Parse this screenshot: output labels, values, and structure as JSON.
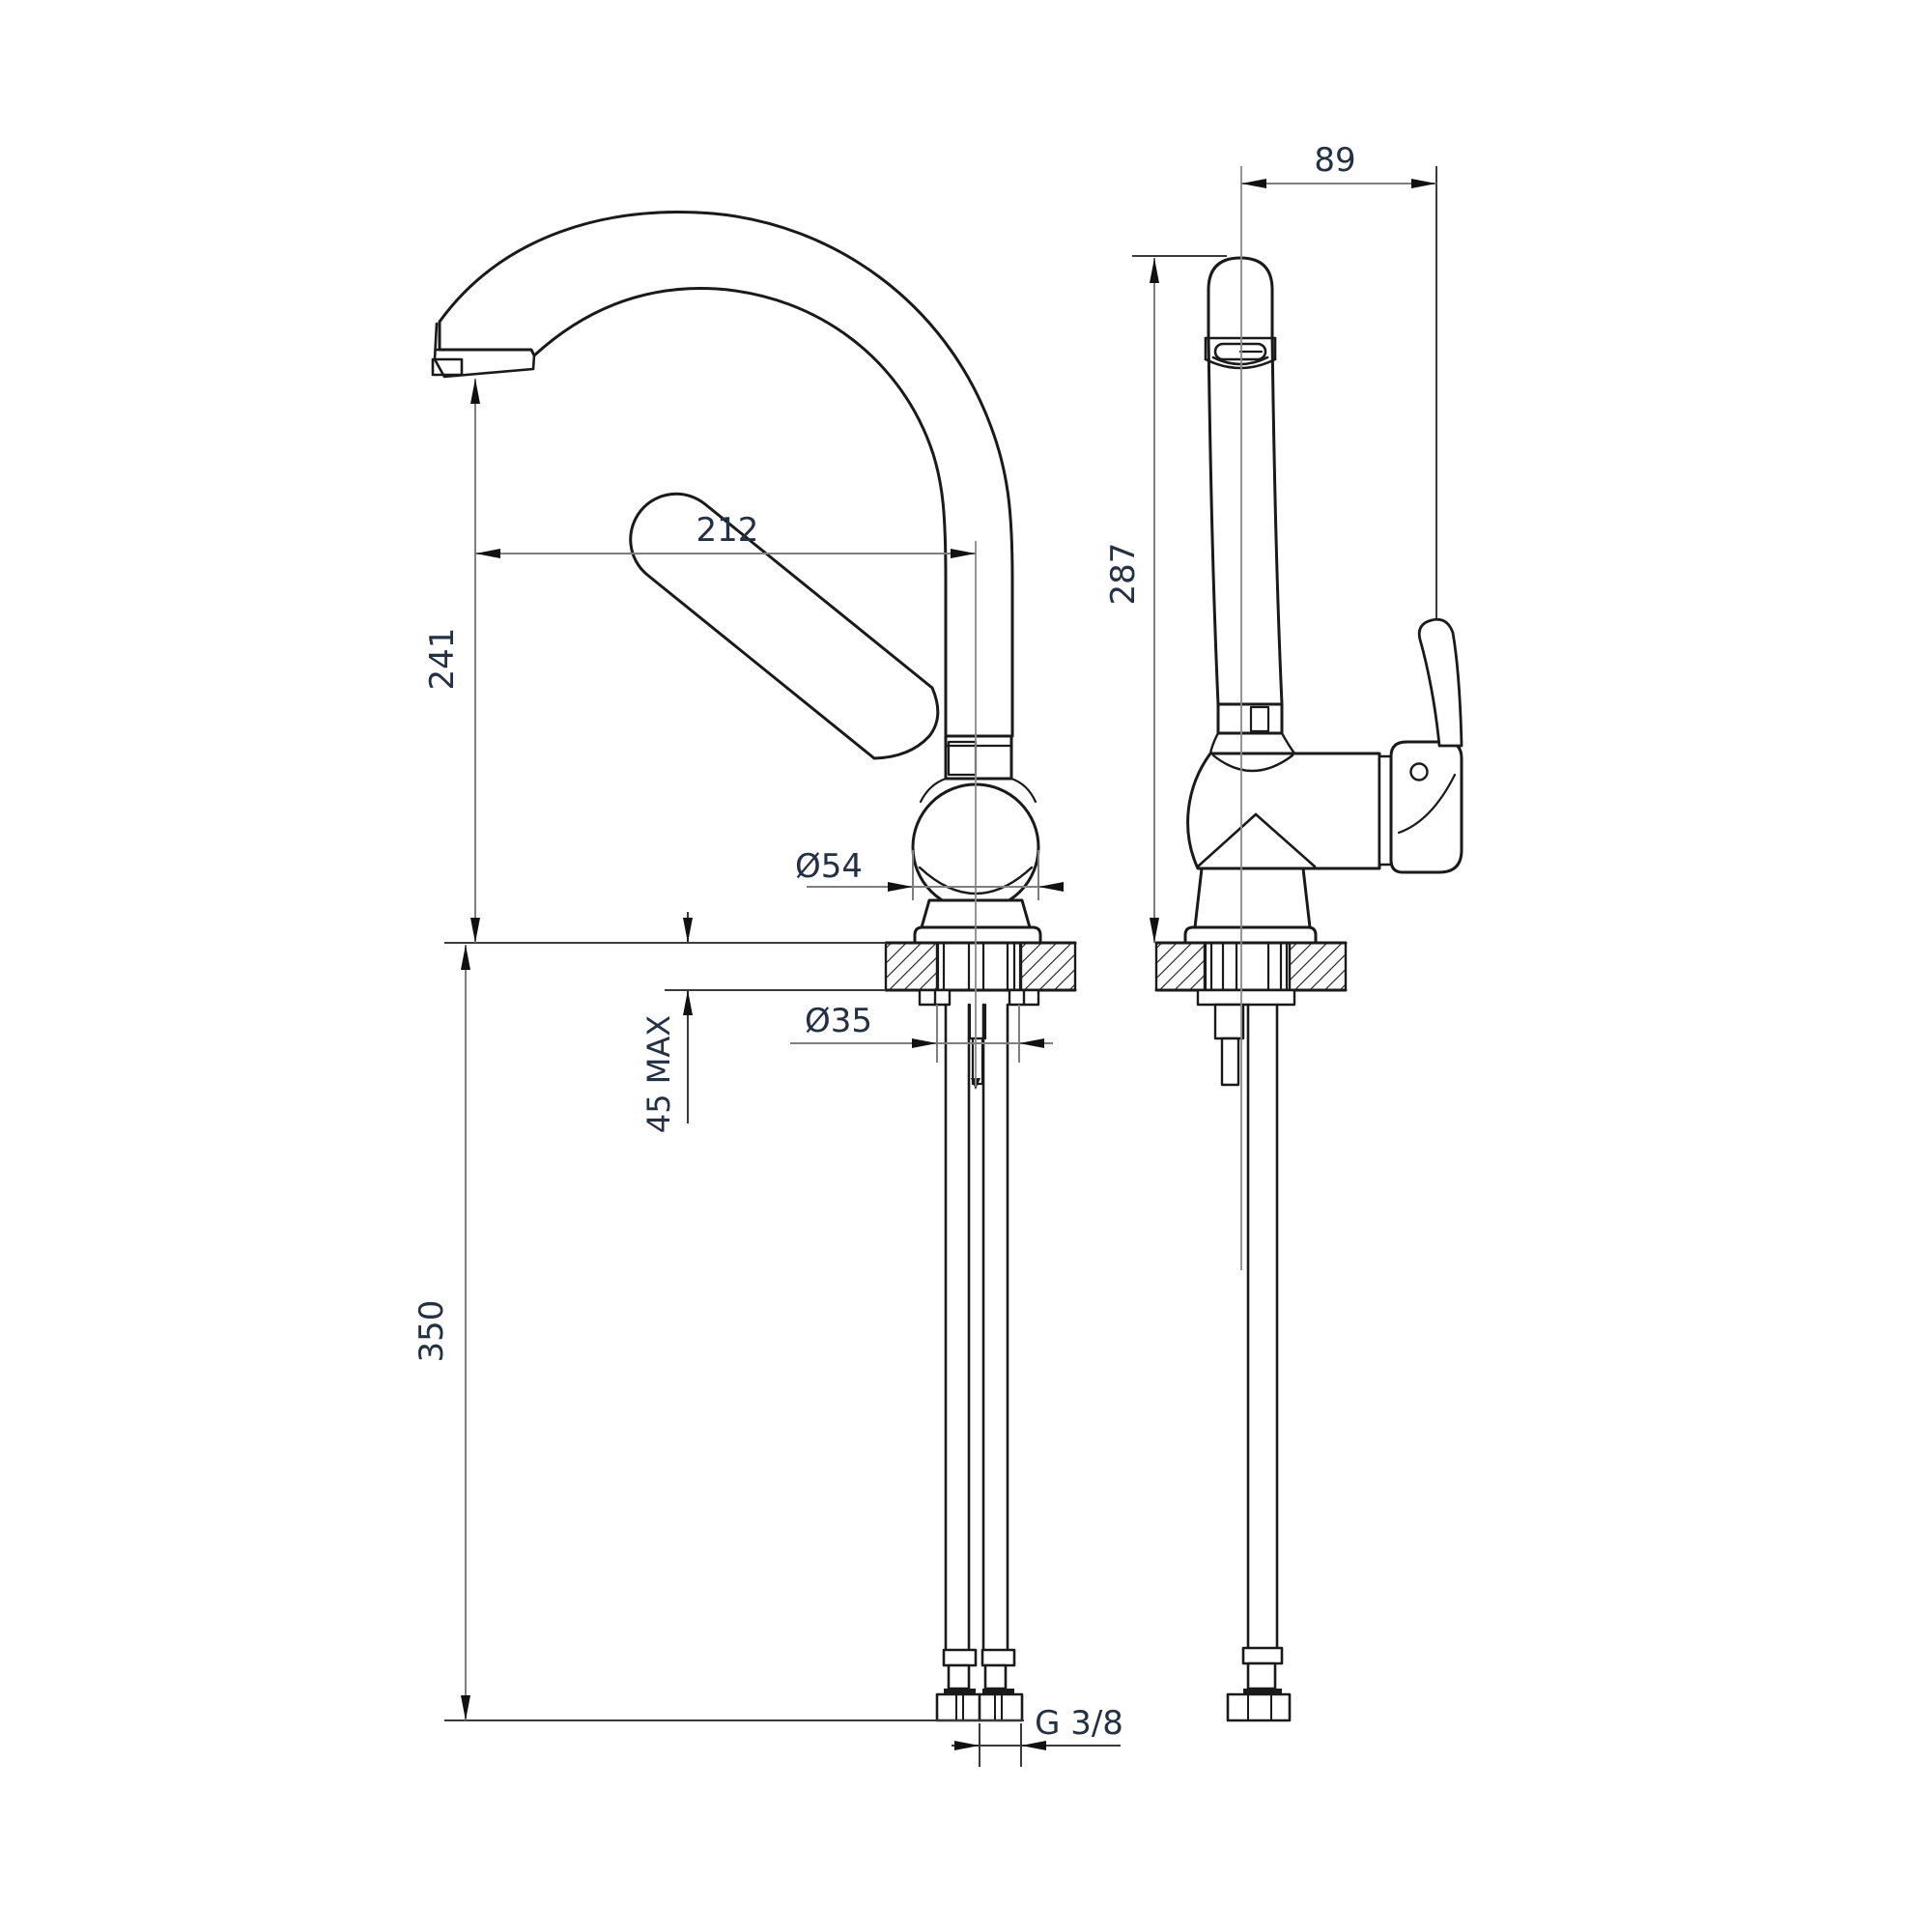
{
  "drawing": {
    "type": "technical-installation-drawing",
    "subject": "single-lever kitchen sink mixer tap, front and side elevation with mounting dimensions",
    "units": "mm",
    "views": {
      "front": "front elevation",
      "side": "side elevation"
    },
    "dimension_labels": {
      "spout_reach": "212",
      "spout_height": "241",
      "overall_height": "287",
      "body_depth": "89",
      "base_diameter": "Ø54",
      "hole_diameter": "Ø35",
      "deck_thickness": "45 MAX",
      "hose_length": "350",
      "thread": "G 3/8"
    },
    "colors": {
      "object_line": "#1a1a1a",
      "dimension_line": "#7f7f7f",
      "extension_line": "#3a3a3a",
      "dimension_text": "#243044",
      "background": "#ffffff"
    }
  }
}
